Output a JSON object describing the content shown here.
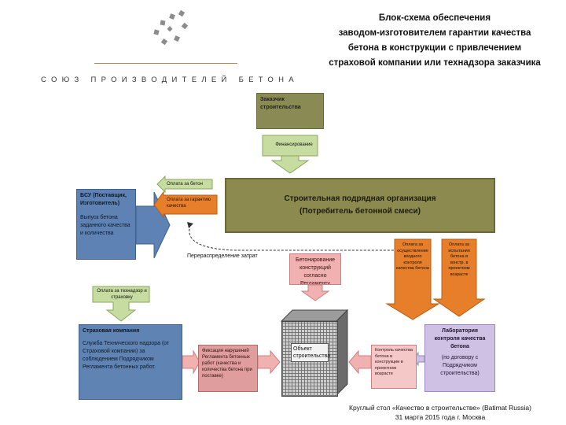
{
  "header": {
    "title_lines": [
      "Блок-схема обеспечения",
      "заводом-изготовителем гарантии качества",
      "бетона в конструкции с привлечением",
      "страховой компании или технадзора заказчика"
    ],
    "org_name": "СОЮЗ ПРОИЗВОДИТЕЛЕЙ БЕТОНА"
  },
  "nodes": {
    "customer": {
      "line1": "Заказчик",
      "line2": "строительства"
    },
    "financing": "Финансирование",
    "contractor": {
      "line1": "Строительная подрядная организация",
      "line2": "(Потребитель бетонной смеси)"
    },
    "bsu": {
      "title": "БСУ (Поставщик, Изготовитель)",
      "body": "Выпуск бетона заданного качества и количества"
    },
    "pay_concrete": "Оплата за бетон",
    "pay_guarantee": "Оплата за гарантию качества",
    "redistribution": "Перераспределение затрат",
    "concreting": "Бетонирование конструкций согласно Регламенту",
    "pay_inspection": "Оплата за осуществление входного контроля качества бетона",
    "pay_testing": "Оплата за испытания бетона в констр. в проектном возрасте",
    "pay_insurance": "Оплата за технадзор и страховку",
    "insurance": {
      "title": "Страховая компания",
      "body": "Служба Технического надзора (от Страховой компании) за соблюдением Подрядчиком Регламента бетонных работ."
    },
    "funding_reg": "Фиксация нарушений Регламента бетонных работ (качества и количества бетона при поставке)",
    "building": {
      "line1": "Объект",
      "line2": "строительства"
    },
    "control": "Контроль качества бетона в конструкции в проектном возрасте",
    "lab": {
      "title": "Лаборатория контроля качества бетона",
      "body": "(по договору с Подрядчиком строительства)"
    }
  },
  "footer": {
    "line1": "Круглый стол «Качество в строительстве» (Batimat Russia)",
    "line2": "31 марта 2015 года  г. Москва"
  },
  "colors": {
    "olive": "#8c8a4f",
    "blue": "#5e82b3",
    "green": "#c7dca0",
    "orange": "#e77e2a",
    "pink": "#f1b1b1",
    "lavender": "#cfc1e3",
    "gold_line": "#b8864a"
  }
}
